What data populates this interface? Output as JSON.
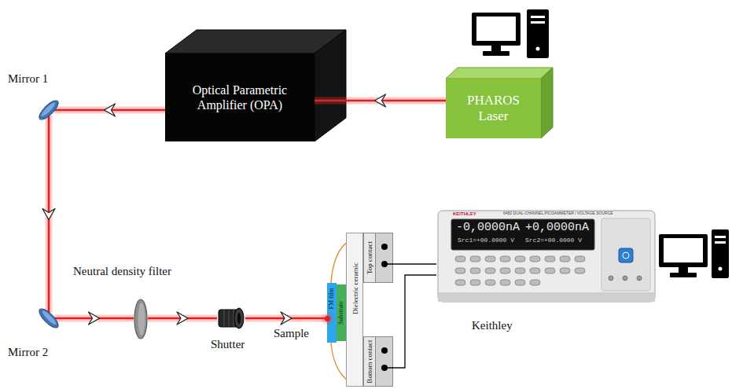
{
  "diagram": {
    "nodes": [
      {
        "text": [
          "Mirror 1"
        ]
      },
      {
        "text": [
          "Optical Parametric Amplifier (OPA)"
        ]
      },
      {
        "text": [
          "PHAROS Laser"
        ]
      },
      {
        "text": [
          "Neutral density filter"
        ]
      },
      {
        "text": [
          "Mirror 2"
        ]
      },
      {
        "text": [
          "Shutter"
        ]
      },
      {
        "text": [
          "Sample"
        ]
      },
      {
        "text": [
          "FM film"
        ],
        "in": 6
      },
      {
        "text": [
          "Substrate"
        ],
        "in": 6
      },
      {
        "text": [
          "Top contact"
        ]
      },
      {
        "text": [
          "Dielectric ceramic"
        ]
      },
      {
        "text": [
          "Bottom contact"
        ]
      },
      {
        "text": [
          "Keithley"
        ]
      }
    ],
    "edges": [
      {
        "from": 2,
        "to": 1,
        "arrow": "to"
      },
      {
        "from": 1,
        "to": 0,
        "arrow": "to"
      },
      {
        "from": 0,
        "to": 4,
        "arrow": "to"
      },
      {
        "from": 4,
        "to": 3,
        "arrow": "to"
      },
      {
        "from": 3,
        "to": 5,
        "arrow": "to"
      },
      {
        "from": 5,
        "to": 6,
        "arrow": "to"
      },
      {
        "from": 12,
        "to": 9,
        "arrow": "none"
      },
      {
        "from": 12,
        "to": 11,
        "arrow": "none"
      }
    ],
    "labels": [
      "KEITHLEY",
      "6482 DUAL-CHANNEL PICOAMMETER / VOLTAGE SOURCE",
      "-0,0000nA",
      "+0,0000nA",
      "Src1=+00.0000 V",
      "Src2=+00.0000 V"
    ]
  }
}
